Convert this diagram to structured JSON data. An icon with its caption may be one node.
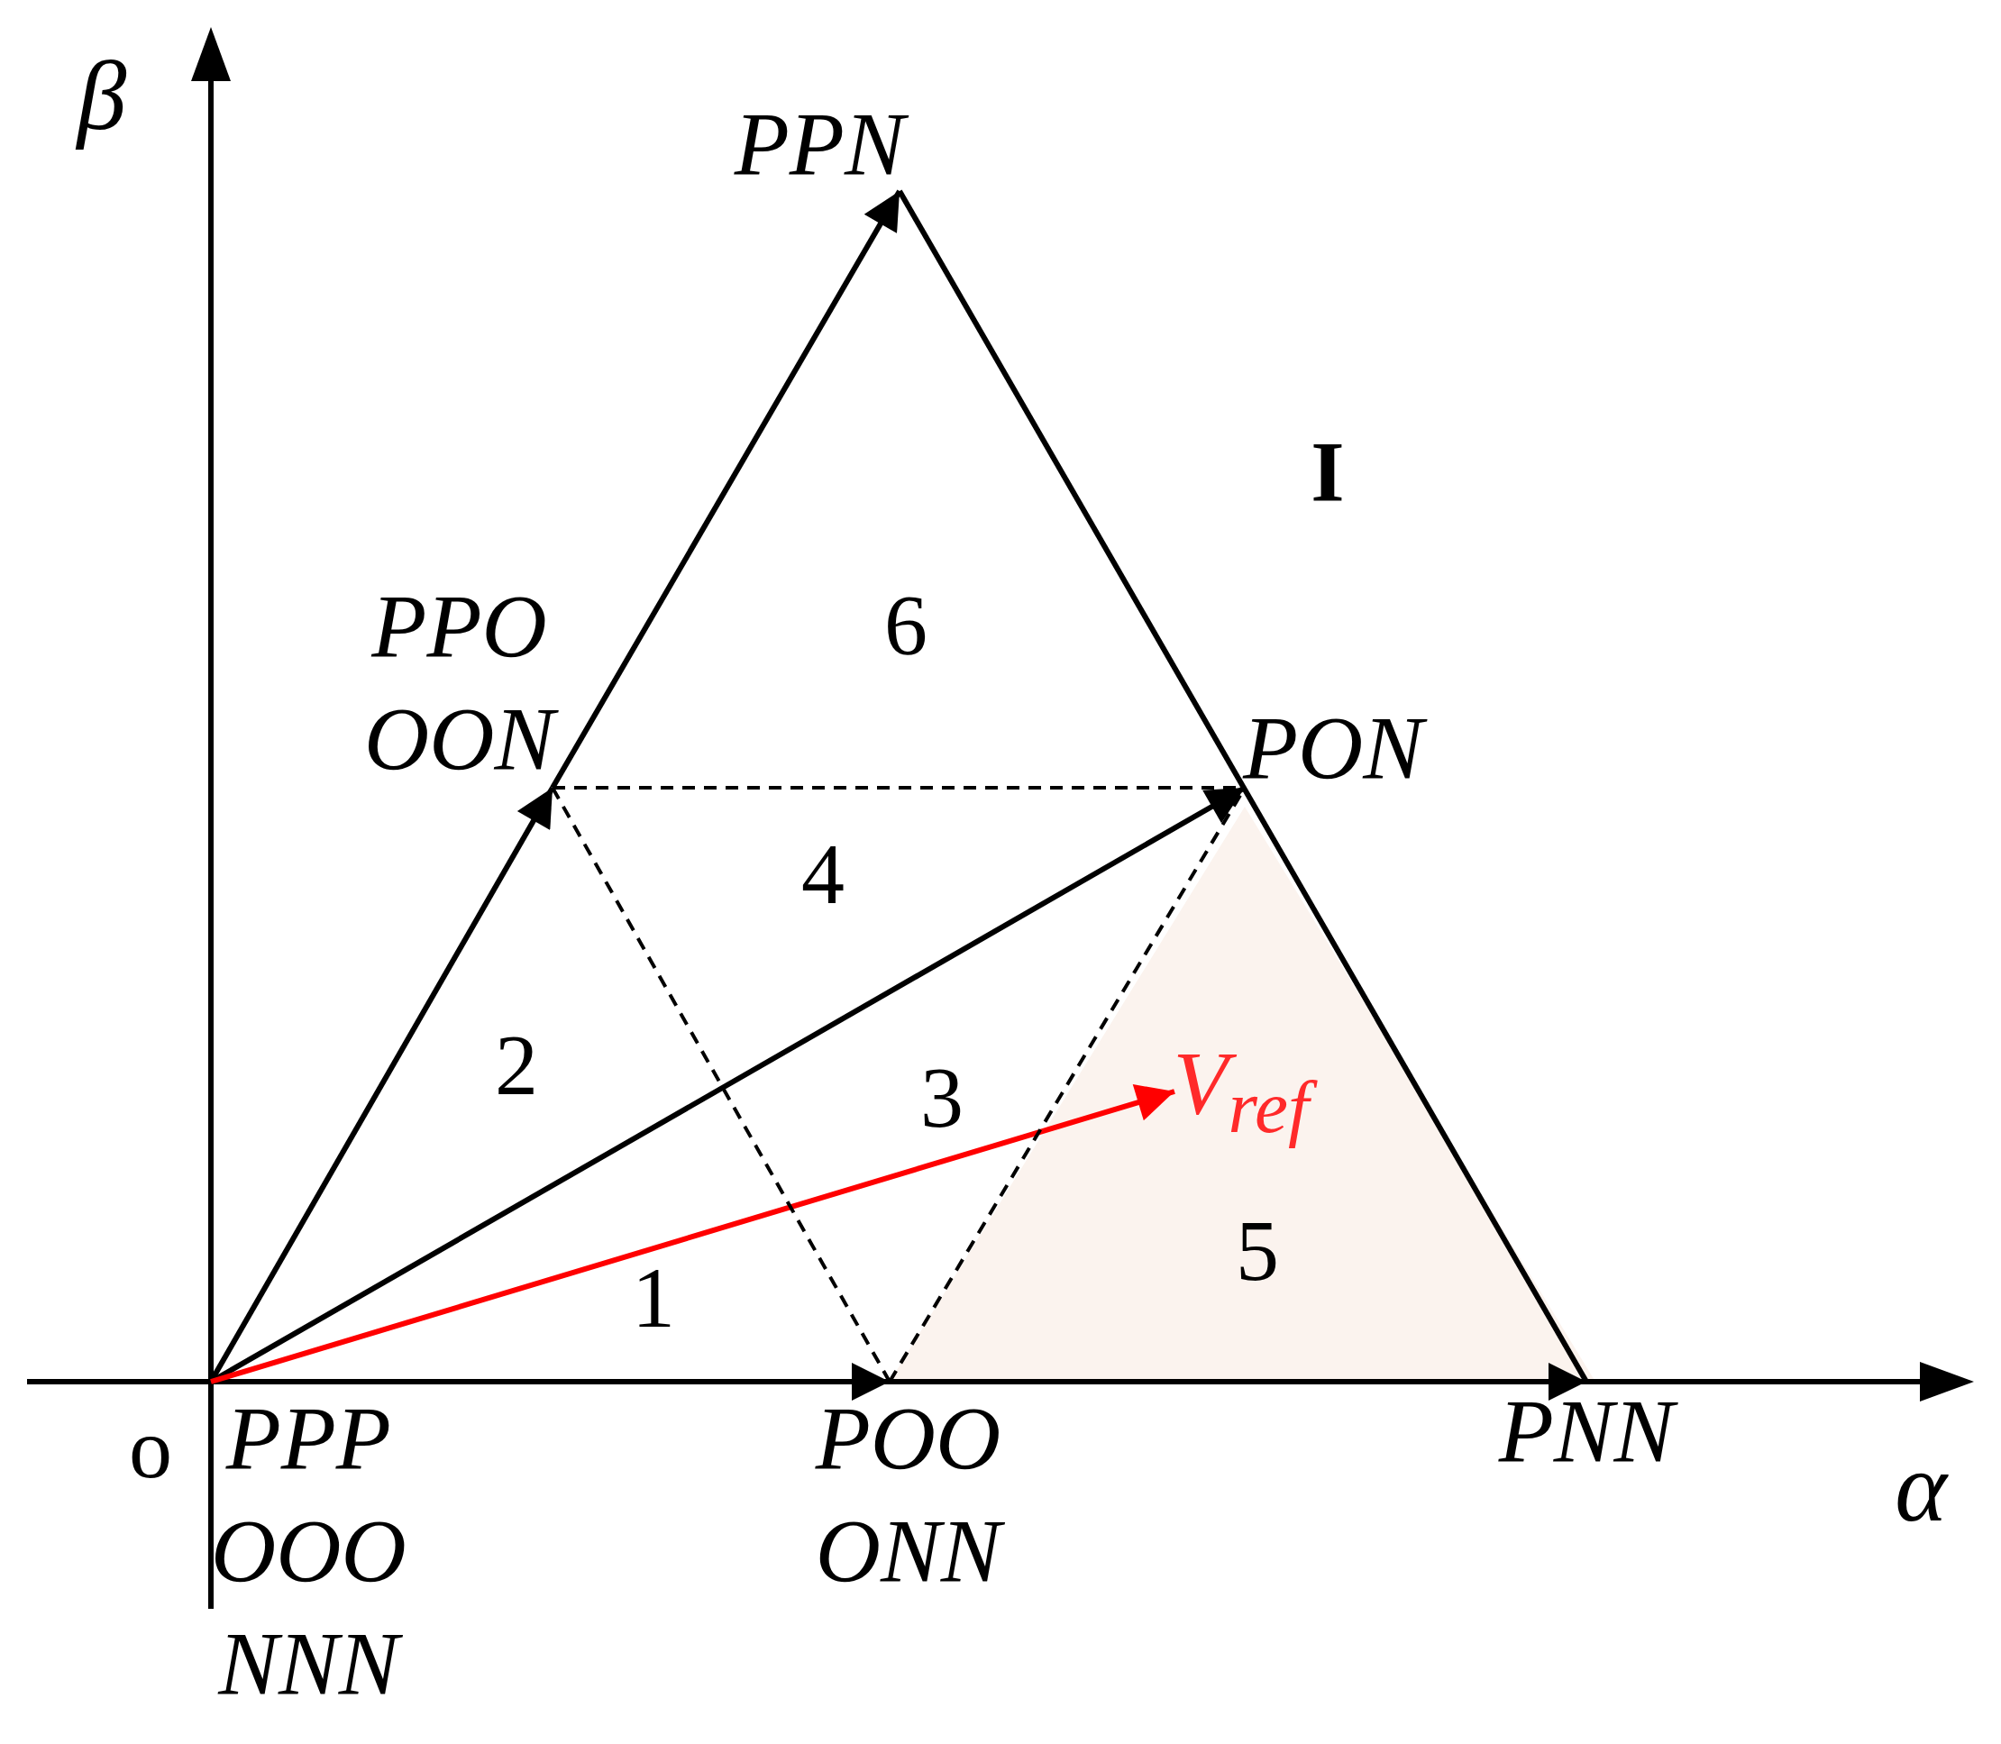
{
  "diagram": {
    "nodes": [
      {
        "text": [
          "PPN"
        ]
      },
      {
        "text": [
          "PPO OON"
        ]
      },
      {
        "text": [
          "PON"
        ]
      },
      {
        "text": [
          "V$_{ref}$"
        ]
      },
      {
        "text": [
          "PPP OOO NNN"
        ]
      },
      {
        "text": [
          "POO ONN"
        ]
      },
      {
        "text": [
          "PNN"
        ]
      }
    ],
    "edges": [
      {
        "from": 4,
        "to": 5,
        "arrow": "to"
      },
      {
        "from": 5,
        "to": 6,
        "arrow": "to"
      },
      {
        "from": 4,
        "to": 1,
        "arrow": "to"
      },
      {
        "from": 1,
        "to": 0,
        "arrow": "to"
      },
      {
        "from": 0,
        "to": 6,
        "arrow": "none"
      },
      {
        "from": 4,
        "to": 2,
        "arrow": "to"
      },
      {
        "from": 4,
        "to": 3,
        "arrow": "to",
        "color": "#ff0000"
      },
      {
        "from": 1,
        "to": 2,
        "arrow": "none",
        "style": "dashed"
      },
      {
        "from": 1,
        "to": 5,
        "arrow": "none",
        "style": "dashed"
      },
      {
        "from": 5,
        "to": 2,
        "arrow": "none",
        "style": "dashed"
      }
    ],
    "labels": [
      "β",
      "I",
      "6",
      "4",
      "2",
      "3",
      "1",
      "5",
      "o",
      "α"
    ]
  }
}
